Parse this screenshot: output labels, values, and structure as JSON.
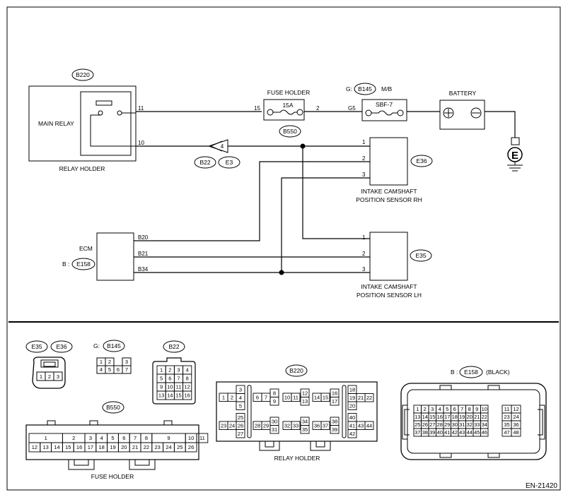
{
  "doc_code": "EN-21420",
  "colors": {
    "line": "#000000",
    "background": "#ffffff"
  },
  "circuit": {
    "main_relay": {
      "code": "B220",
      "label": "MAIN RELAY",
      "holder": "RELAY HOLDER",
      "pin_11": "11",
      "pin_10": "10"
    },
    "fuse_holder": {
      "label": "FUSE HOLDER",
      "rating": "15A",
      "code": "B550",
      "pin_15": "15",
      "pin_2": "2"
    },
    "mb": {
      "prefix": "G:",
      "code": "B145",
      "label": "M/B",
      "fuse": "SBF-7",
      "pin": "G5"
    },
    "battery": {
      "label": "BATTERY",
      "ground": "E"
    },
    "joint": {
      "pin": "4",
      "code_a": "B22",
      "code_b": "E3"
    },
    "sensor_rh": {
      "code": "E36",
      "label_1": "INTAKE CAMSHAFT",
      "label_2": "POSITION SENSOR RH",
      "pins": [
        "1",
        "2",
        "3"
      ]
    },
    "sensor_lh": {
      "code": "E35",
      "label_1": "INTAKE CAMSHAFT",
      "label_2": "POSITION SENSOR LH",
      "pins": [
        "1",
        "2",
        "3"
      ]
    },
    "ecm": {
      "label": "ECM",
      "prefix": "B :",
      "code": "E158",
      "pins": [
        "B20",
        "B21",
        "B34"
      ]
    }
  },
  "connectors": {
    "e35_e36": {
      "codes": [
        "E35",
        "E36"
      ],
      "pins": [
        "1",
        "2",
        "3"
      ]
    },
    "b145": {
      "prefix": "G:",
      "code": "B145",
      "cells": [
        "1",
        "2",
        "3",
        "4",
        "5",
        "6",
        "7"
      ]
    },
    "b22": {
      "code": "B22",
      "rows": [
        [
          "1",
          "2",
          "3",
          "4"
        ],
        [
          "5",
          "6",
          "7",
          "8"
        ],
        [
          "9",
          "10",
          "11",
          "12"
        ],
        [
          "13",
          "14",
          "15",
          "16"
        ]
      ]
    },
    "b550": {
      "code": "B550",
      "label": "FUSE HOLDER",
      "top": [
        "1",
        "2",
        "3",
        "4",
        "5",
        "6",
        "7",
        "8",
        "9",
        "10",
        "11"
      ],
      "bottom": [
        "12",
        "13",
        "14",
        "15",
        "16",
        "17",
        "18",
        "19",
        "20",
        "21",
        "22",
        "23",
        "24",
        "25",
        "26"
      ]
    },
    "b220": {
      "code": "B220",
      "label": "RELAY HOLDER",
      "cells": [
        "1",
        "2",
        "3",
        "4",
        "5",
        "6",
        "7",
        "8",
        "9",
        "10",
        "11",
        "12",
        "13",
        "14",
        "15",
        "16",
        "17",
        "18",
        "19",
        "20",
        "21",
        "22",
        "23",
        "24",
        "25",
        "26",
        "27",
        "28",
        "29",
        "30",
        "31",
        "32",
        "33",
        "34",
        "35",
        "36",
        "37",
        "38",
        "39",
        "40",
        "41",
        "42",
        "43",
        "44"
      ]
    },
    "e158": {
      "prefix": "B :",
      "code": "E158",
      "color": "(BLACK)",
      "rows": [
        [
          "1",
          "2",
          "3",
          "4",
          "5",
          "6",
          "7",
          "8",
          "9",
          "10",
          "11",
          "12"
        ],
        [
          "13",
          "14",
          "15",
          "16",
          "17",
          "18",
          "19",
          "20",
          "21",
          "22",
          "23",
          "24"
        ],
        [
          "25",
          "26",
          "27",
          "28",
          "29",
          "30",
          "31",
          "32",
          "33",
          "34",
          "35",
          "36"
        ],
        [
          "37",
          "38",
          "39",
          "40",
          "41",
          "42",
          "43",
          "44",
          "45",
          "46",
          "47",
          "48"
        ]
      ]
    }
  }
}
